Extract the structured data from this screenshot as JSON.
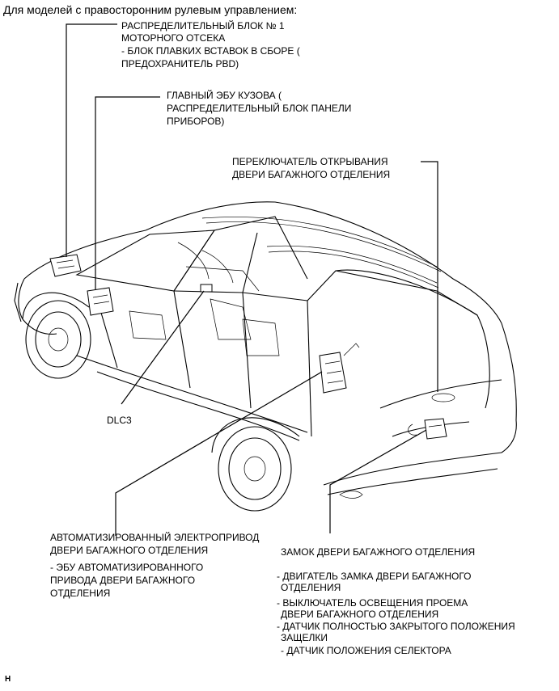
{
  "heading": "Для моделей с правосторонним рулевым управлением:",
  "labels": {
    "junction_block_1": "РАСПРЕДЕЛИТЕЛЬНЫЙ БЛОК № 1",
    "junction_block_2": "МОТОРНОГО ОТСЕКА",
    "junction_block_3": "- БЛОК ПЛАВКИХ ВСТАВОК В СБОРЕ (",
    "junction_block_4": "ПРЕДОХРАНИТЕЛЬ PBD)",
    "body_ecu_1": "ГЛАВНЫЙ ЭБУ КУЗОВА (",
    "body_ecu_2": "РАСПРЕДЕЛИТЕЛЬНЫЙ БЛОК ПАНЕЛИ",
    "body_ecu_3": "ПРИБОРОВ)",
    "opener_switch_1": "ПЕРЕКЛЮЧАТЕЛЬ ОТКРЫВАНИЯ",
    "opener_switch_2": "ДВЕРИ БАГАЖНОГО ОТДЕЛЕНИЯ",
    "dlc3": "DLC3",
    "power_door_1": "АВТОМАТИЗИРОВАННЫЙ ЭЛЕКТРОПРИВОД",
    "power_door_2": "ДВЕРИ БАГАЖНОГО ОТДЕЛЕНИЯ",
    "power_door_ecu_1": "- ЭБУ АВТОМАТИЗИРОВАННОГО",
    "power_door_ecu_2": "ПРИВОДА ДВЕРИ БАГАЖНОГО",
    "power_door_ecu_3": "ОТДЕЛЕНИЯ",
    "door_lock": "ЗАМОК ДВЕРИ БАГАЖНОГО ОТДЕЛЕНИЯ",
    "lock_motor_1": "- ДВИГАТЕЛЬ ЗАМКА ДВЕРИ БАГАЖНОГО",
    "lock_motor_2": "ОТДЕЛЕНИЯ",
    "courtesy_sw_1": "- ВЫКЛЮЧАТЕЛЬ ОСВЕЩЕНИЯ ПРОЕМА",
    "courtesy_sw_2": "ДВЕРИ БАГАЖНОГО ОТДЕЛЕНИЯ",
    "full_closed_1": "- ДАТЧИК ПОЛНОСТЬЮ ЗАКРЫТОГО ПОЛОЖЕНИЯ",
    "full_closed_2": "ЗАЩЕЛКИ",
    "pawl_sensor": "- ДАТЧИК ПОЛОЖЕНИЯ СЕЛЕКТОРА"
  },
  "footer_mark": "H"
}
